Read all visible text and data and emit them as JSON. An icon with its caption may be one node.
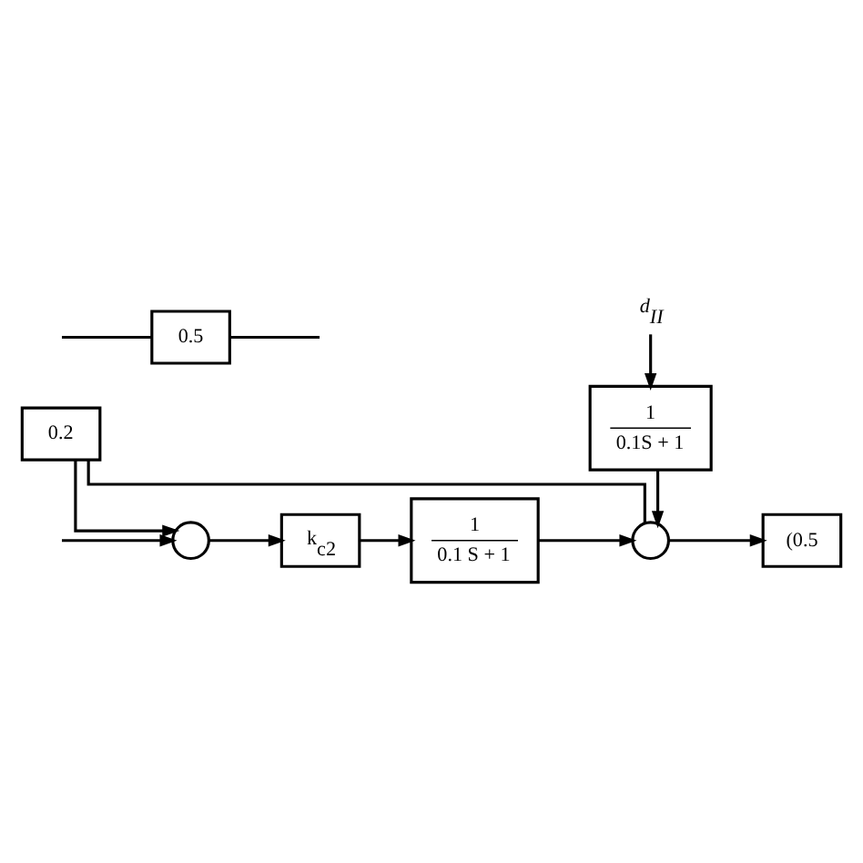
{
  "diagram": {
    "nodes": [
      {
        "text": [
          "d$_{II}$"
        ]
      },
      {
        "text": [
          "1",
          "0.1S + 1"
        ]
      },
      {
        "text": [],
        "shape": "circle"
      },
      {
        "text": [
          "k$_{c2}$"
        ]
      },
      {
        "text": [
          "1",
          "0.1 S + 1"
        ]
      },
      {
        "text": [],
        "shape": "circle"
      },
      {
        "text": [
          "(0.5"
        ]
      },
      {
        "text": [
          "0.2"
        ]
      },
      {
        "text": [
          "0.5"
        ]
      }
    ],
    "edges": [
      {
        "from": null,
        "to": 2,
        "arrow": "to"
      },
      {
        "from": 2,
        "to": 3,
        "arrow": "to"
      },
      {
        "from": 3,
        "to": 4,
        "arrow": "to"
      },
      {
        "from": 4,
        "to": 5,
        "arrow": "to"
      },
      {
        "from": 0,
        "to": 1,
        "arrow": "to"
      },
      {
        "from": 1,
        "to": 5,
        "arrow": "to"
      },
      {
        "from": 5,
        "to": 6,
        "arrow": "to"
      },
      {
        "from": 5,
        "to": 7,
        "arrow": "none"
      },
      {
        "from": 7,
        "to": 2,
        "arrow": "to"
      },
      {
        "from": null,
        "to": 8,
        "arrow": "none"
      },
      {
        "from": 8,
        "to": null,
        "arrow": "none"
      }
    ]
  }
}
